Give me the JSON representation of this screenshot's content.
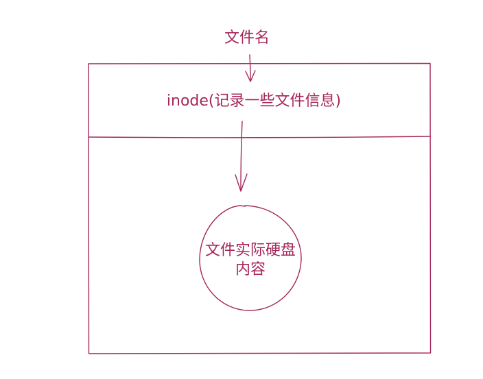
{
  "colors": {
    "stroke": "#a6275a",
    "text": "#a6275a",
    "background": "#ffffff"
  },
  "nodes": {
    "filename": {
      "label": "文件名"
    },
    "inode": {
      "label": "inode(记录一些文件信息)"
    },
    "content": {
      "label": "文件实际硬盘内容"
    }
  },
  "edges": [
    {
      "from": "filename",
      "to": "inode"
    },
    {
      "from": "inode",
      "to": "content"
    }
  ]
}
